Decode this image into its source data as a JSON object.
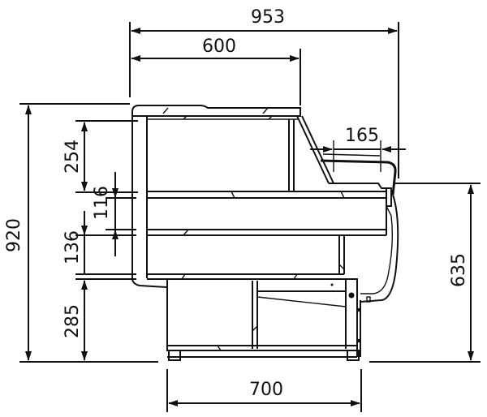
{
  "diagram": {
    "type": "technical-drawing",
    "subject": "refrigerated display counter side view",
    "colors": {
      "line": "#111111",
      "background": "#ffffff"
    },
    "dimensions": {
      "overall_depth": "953",
      "top_shelf_depth": "600",
      "front_overhang": "165",
      "overall_height": "920",
      "upper_section_height": "254",
      "shelf_gap": "116",
      "lower_section_height": "136",
      "base_height": "285",
      "front_height": "635",
      "base_width": "700"
    }
  }
}
